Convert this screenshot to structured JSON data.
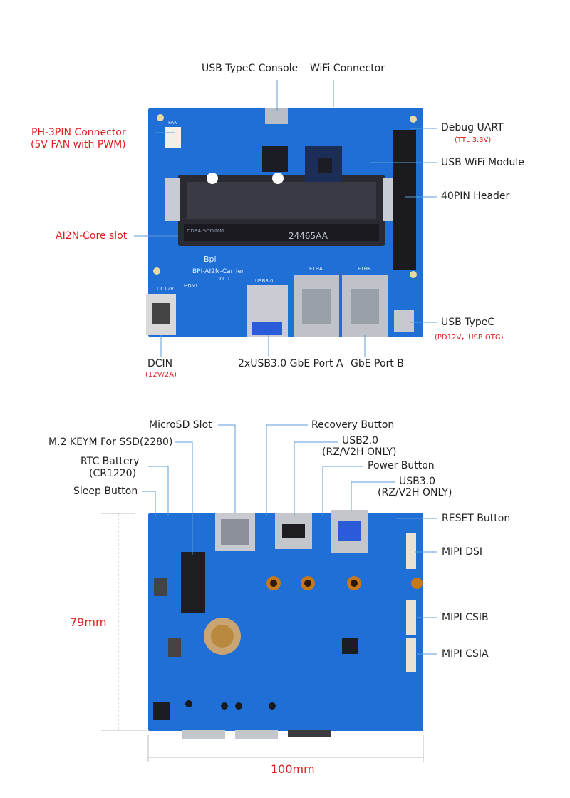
{
  "top": {
    "usb_typec_console": "USB TypeC Console",
    "wifi_connector": "WiFi Connector",
    "debug_uart": "Debug UART",
    "debug_uart_sub": "(TTL 3.3V)",
    "ph3pin_line1": "PH-3PIN Connector",
    "ph3pin_line2": "(5V FAN with PWM)",
    "usb_wifi_module": "USB WiFi Module",
    "pin40_header": "40PIN Header",
    "ai2n_core_slot": "AI2N-Core slot",
    "usb_typec": "USB TypeC",
    "usb_typec_sub": "(PD12V，USB OTG)",
    "dcin": "DCIN",
    "dcin_sub": "(12V/2A)",
    "usb30_gbe_a": "2xUSB3.0 GbE Port A",
    "gbe_b": "GbE Port B",
    "board_silk_brand": "BPI-AI2N-Carrier",
    "board_silk_ver": "V1.0",
    "board_silk_ddr": "DDR4-SODIMM",
    "board_slot_mark": "24465AA",
    "board_eth_a": "ETHA",
    "board_eth_b": "ETHB",
    "board_usb30": "USB3.0",
    "board_hdmi": "HDMI",
    "board_dc": "DC12V",
    "board_fan": "FAN",
    "board_logo": "Bpi"
  },
  "bottom": {
    "microsd_slot": "MicroSD Slot",
    "recovery_button": "Recovery Button",
    "m2_keym": "M.2 KEYM For SSD(2280)",
    "usb20_line1": "USB2.0",
    "usb20_line2": "(RZ/V2H ONLY)",
    "rtc_line1": "RTC Battery",
    "rtc_line2": "(CR1220)",
    "power_button": "Power Button",
    "usb30_line1": "USB3.0",
    "usb30_line2": "(RZ/V2H ONLY)",
    "sleep_button": "Sleep Button",
    "reset_button": "RESET Button",
    "mipi_dsi": "MIPI DSI",
    "mipi_csib": "MIPI CSIB",
    "mipi_csia": "MIPI CSIA",
    "height_dim": "79mm",
    "width_dim": "100mm"
  }
}
